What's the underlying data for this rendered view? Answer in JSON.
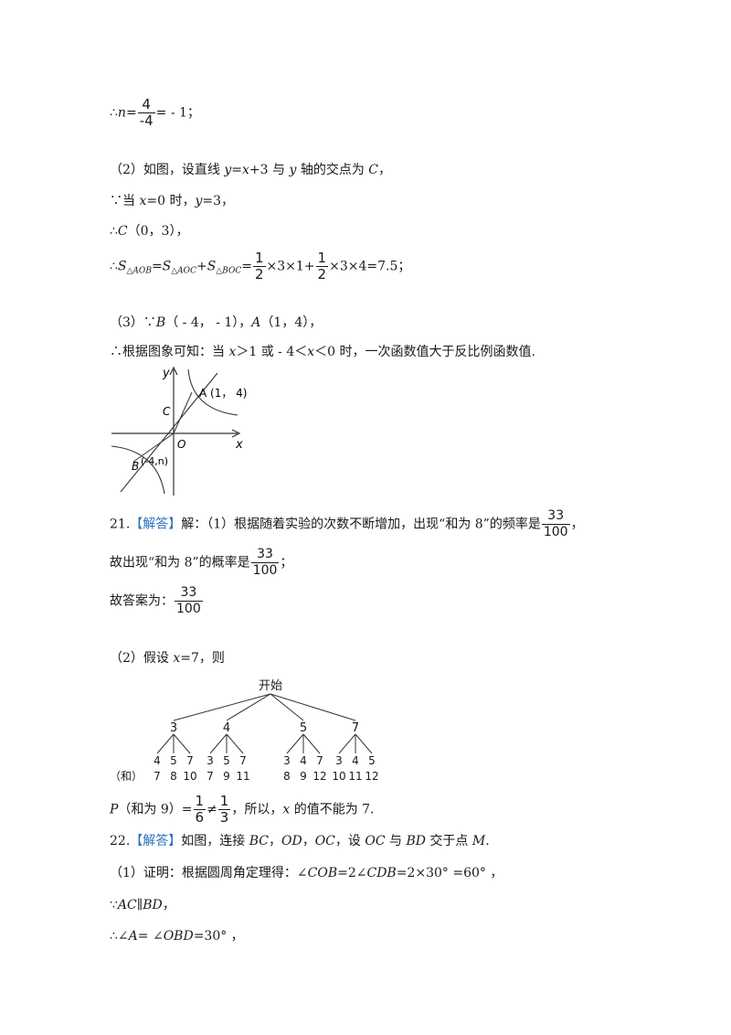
{
  "l1": {
    "pre": "∴",
    "var": "n",
    "eq": "=",
    "num": "4",
    "den": "-4",
    "post": "= - 1；"
  },
  "l2": {
    "a": "（2）如图，设直线 ",
    "y": "y",
    "b": "=",
    "x": "x",
    "c": "+3 与 ",
    "y2": "y",
    "d": " 轴的交点为 ",
    "C": "C",
    "e": "，"
  },
  "l3": {
    "a": "∵当 ",
    "x": "x",
    "b": "=0 时，",
    "y": "y",
    "c": "=3，"
  },
  "l4": {
    "a": "∴",
    "C": "C",
    "b": "（0，3），"
  },
  "l5": {
    "a": "∴",
    "S1": "S",
    "s1": "△AOB",
    "eq1": "=",
    "S2": "S",
    "s2": "△AOC",
    "plus": "+",
    "S3": "S",
    "s3": "△BOC",
    "eq2": "=",
    "f1n": "1",
    "f1d": "2",
    "m1": "×3×1+",
    "f2n": "1",
    "f2d": "2",
    "m2": "×3×4=7.5；"
  },
  "l6": {
    "a": "（3）∵",
    "B": "B",
    "b": "（ - 4， - 1），",
    "A": "A",
    "c": "（1，4），"
  },
  "l7": {
    "a": "∴根据图象可知：当 ",
    "x1": "x",
    "b": "＞1 或 - 4＜",
    "x2": "x",
    "c": "＜0 时，一次函数值大于反比例函数值."
  },
  "graph": {
    "y": "y",
    "x": "x",
    "C": "C",
    "O": "O",
    "A": "A (1， 4)",
    "B": "B",
    "Bpt": "(-4,n)"
  },
  "l8": {
    "num": "21.",
    "tag": "【解答】",
    "a": "解：（1）根据随着实验的次数不断增加，出现“和为 8”的频率是",
    "fn": "33",
    "fd": "100",
    "b": "，"
  },
  "l9": {
    "a": "故出现“和为 8”的概率是",
    "fn": "33",
    "fd": "100",
    "b": "；"
  },
  "l10": {
    "a": "故答案为：",
    "fn": "33",
    "fd": "100"
  },
  "l11": {
    "a": "（2）假设 ",
    "x": "x",
    "b": "=7，则"
  },
  "tree": {
    "root": "开始",
    "level1": [
      "3",
      "4",
      "5",
      "7"
    ],
    "level2": [
      [
        "4",
        "5",
        "7"
      ],
      [
        "3",
        "5",
        "7"
      ],
      [
        "3",
        "4",
        "7"
      ],
      [
        "3",
        "4",
        "5"
      ]
    ],
    "sums_label": "（和）",
    "sums": [
      [
        "7",
        "8",
        "10"
      ],
      [
        "7",
        "9",
        "11"
      ],
      [
        "8",
        "9",
        "12"
      ],
      [
        "10",
        "11",
        "12"
      ]
    ]
  },
  "l12": {
    "P": "P",
    "a": "（和为 9）=",
    "f1n": "1",
    "f1d": "6",
    "ne": "≠",
    "f2n": "1",
    "f2d": "3",
    "b": "，所以，",
    "x": "x",
    "c": " 的值不能为 7."
  },
  "l13": {
    "num": "22.",
    "tag": "【解答】",
    "a": "如图，连接 ",
    "BC": "BC",
    "c1": "，",
    "OD": "OD",
    "c2": "，",
    "OC": "OC",
    "c3": "，设 ",
    "OC2": "OC",
    "d": " 与 ",
    "BD": "BD",
    "e": " 交于点 ",
    "M": "M",
    "f": "."
  },
  "l14": {
    "a": "（1）证明：根据圆周角定理得：∠",
    "COB": "COB",
    "b": "=2∠",
    "CDB": "CDB",
    "c": "=2×30° =60° ，"
  },
  "l15": {
    "a": "∵",
    "AC": "AC",
    "b": "∥",
    "BD": "BD",
    "c": "，"
  },
  "l16": {
    "a": "∴∠",
    "A": "A",
    "b": "= ∠",
    "OBD": "OBD",
    "c": "=30° ，"
  }
}
